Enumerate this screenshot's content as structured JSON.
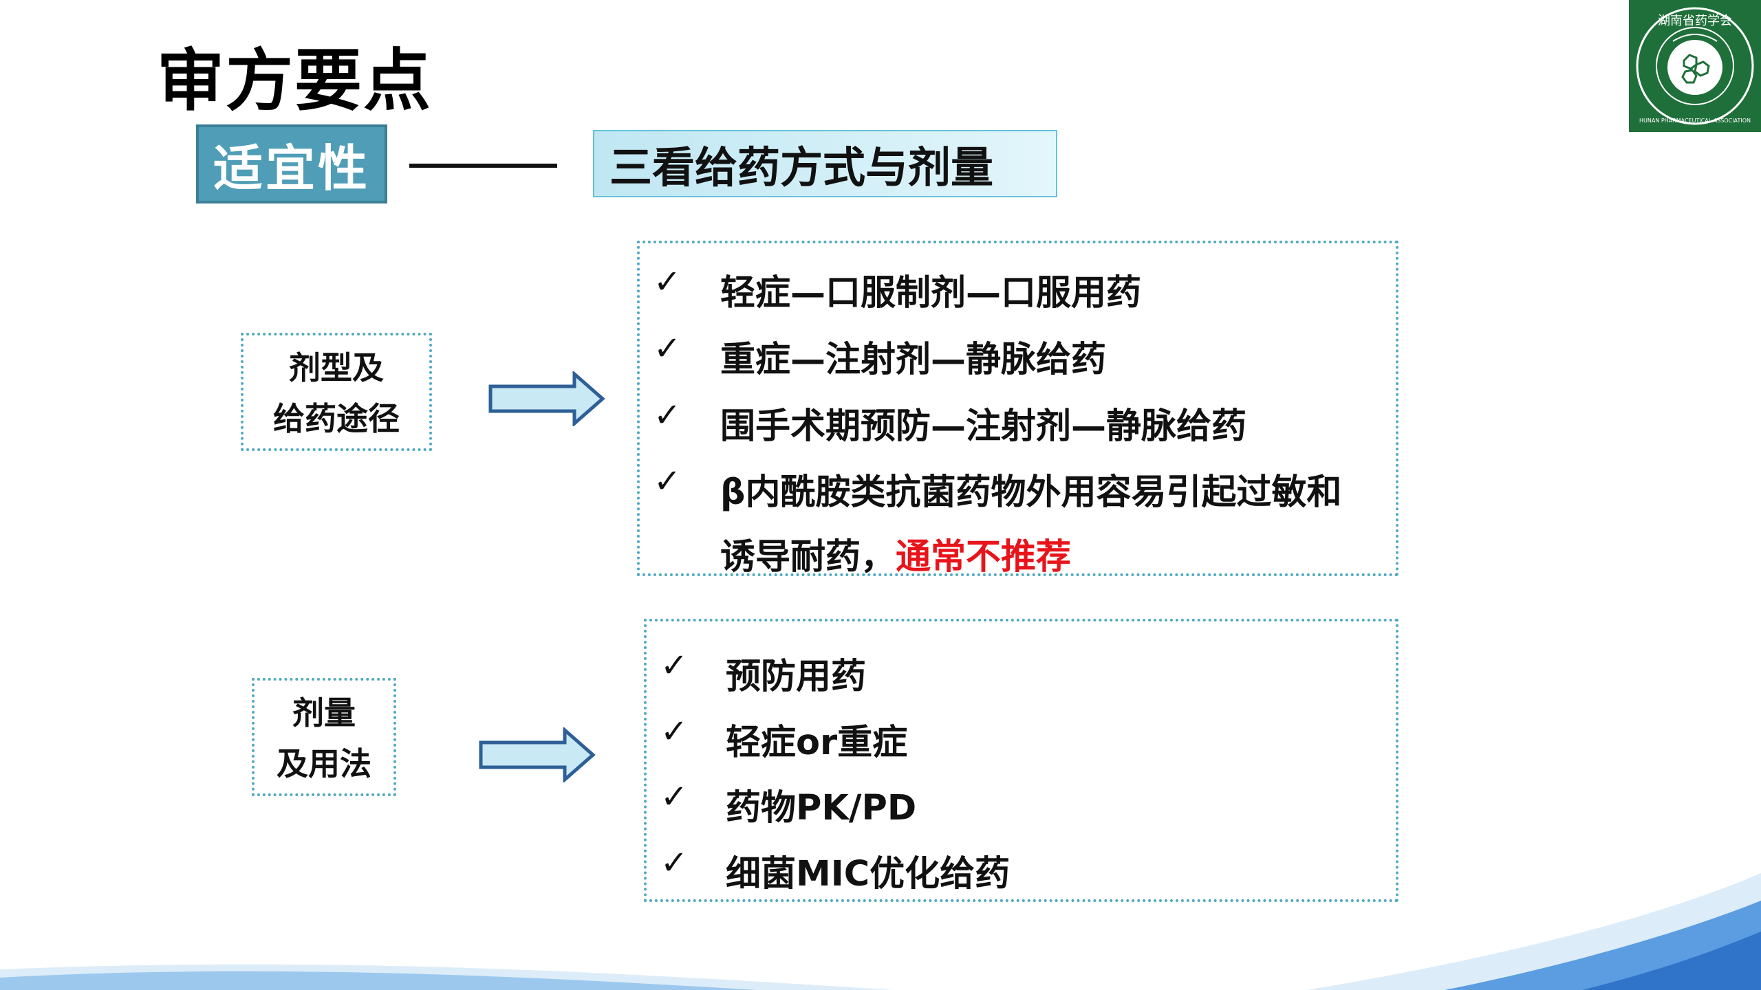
{
  "page": {
    "title": "审方要点"
  },
  "header": {
    "suitability_label": "适宜性",
    "topic_label": "三看给药方式与剂量"
  },
  "logo": {
    "org_name_cn": "湖南省药学会",
    "org_name_en": "HUNAN PHARMACEUTICAL ASSOCIATION",
    "colors": {
      "background": "#1f6f3a",
      "foreground": "#ffffff"
    }
  },
  "section1": {
    "label_line1": "剂型及",
    "label_line2": "给药途径",
    "items": [
      {
        "text": "轻症—口服制剂—口服用药"
      },
      {
        "text": "重症—注射剂—静脉给药"
      },
      {
        "text": "围手术期预防—注射剂—静脉给药"
      },
      {
        "text": "β内酰胺类抗菌药物外用容易引起过敏和"
      }
    ],
    "continuation_text": "诱导耐药，",
    "highlight_text": "通常不推荐"
  },
  "section2": {
    "label_line1": "剂量",
    "label_line2": "及用法",
    "items": [
      {
        "text": "预防用药"
      },
      {
        "text": "轻症or重症"
      },
      {
        "text": "药物PK/PD"
      },
      {
        "text": "细菌MIC优化给药"
      }
    ]
  },
  "check_glyph": "✓",
  "colors": {
    "accent_box": "#4f9db6",
    "dotted_border": "#4fa9c0",
    "highlight_red": "#e8141b",
    "arrow_fill": "#c9e9f5",
    "arrow_stroke": "#2e5f96"
  }
}
